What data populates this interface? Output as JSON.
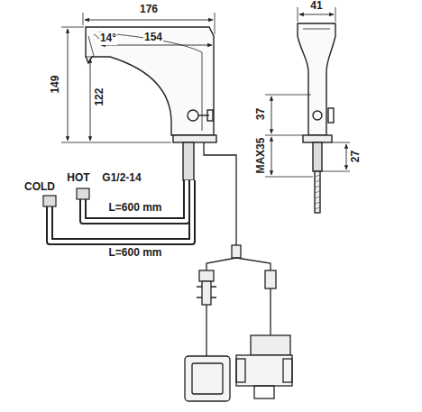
{
  "diagram": {
    "labels": [
      "176",
      "14°",
      "154",
      "149",
      "122",
      "41",
      "MAX35",
      "37",
      "27",
      "HOT",
      "G1/2-14",
      "COLD",
      "L=600 mm",
      "L=600 mm"
    ]
  }
}
